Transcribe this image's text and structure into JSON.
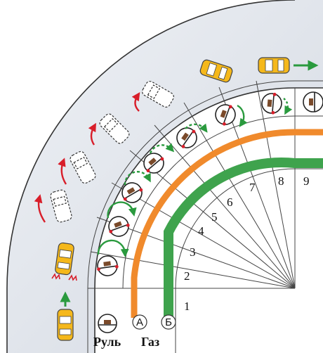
{
  "zone_numbers": [
    "1",
    "2",
    "3",
    "4",
    "5",
    "6",
    "7",
    "8",
    "9"
  ],
  "lane_markers": [
    "А",
    "Б"
  ],
  "bottom_labels": {
    "steering": "Руль",
    "gas": "Газ"
  },
  "icons": {
    "steering_wheel": "steering-wheel-icon",
    "car_active": "car-top-view-icon",
    "car_ghost": "car-outline-icon",
    "direction_arrow": "arrow-icon"
  },
  "colors": {
    "road": "#dfe3ea",
    "accent_orange": "#f08a2c",
    "accent_green": "#3fa34d",
    "car_body": "#f5b81b",
    "arrow_red": "#d81e2a",
    "arrow_green": "#2a9a3e"
  }
}
